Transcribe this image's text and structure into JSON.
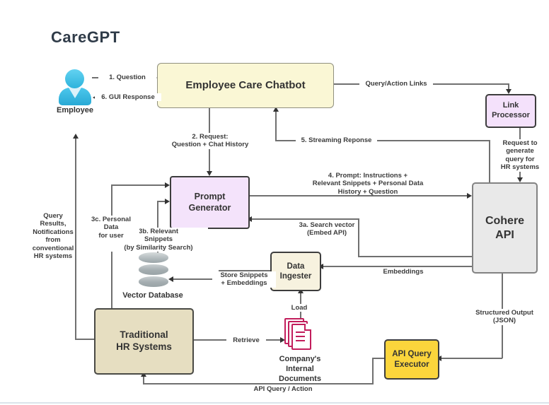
{
  "title": "CareGPT",
  "colors": {
    "chatbot_fill": "#FAF7D5",
    "link_processor_fill": "#F4E1FB",
    "prompt_generator_fill": "#F4E3FB",
    "cohere_fill": "#E9E9E9",
    "data_ingester_fill": "#F7F2DF",
    "hr_systems_fill": "#E6DEC1",
    "api_executor_fill": "#FBD53C",
    "document_icon": "#C21E5C",
    "employee_icon": "#3FBFE6",
    "database_icon": "#A8B1B4",
    "connector": "#707070",
    "text": "#333333",
    "title_text": "#303C49"
  },
  "nodes": {
    "employee": {
      "label": "Employee"
    },
    "chatbot": {
      "label": "Employee Care Chatbot"
    },
    "link_processor": {
      "label": "Link\nProcessor"
    },
    "prompt_generator": {
      "label": "Prompt\nGenerator"
    },
    "cohere_api": {
      "label": "Cohere\nAPI"
    },
    "data_ingester": {
      "label": "Data\nIngester"
    },
    "vector_database": {
      "label": "Vector Database"
    },
    "traditional_hr": {
      "label": "Traditional\nHR Systems"
    },
    "documents": {
      "label": "Company's\nInternal\nDocuments"
    },
    "api_query_executor": {
      "label": "API Query\nExecutor"
    }
  },
  "edges": {
    "question": "1. Question",
    "gui_response": "6. GUI Response",
    "query_action_links": "Query/Action Links",
    "request_chat": "2. Request:\nQuestion + Chat History",
    "streaming_response": "5. Streaming Reponse",
    "request_generate": "Request to\ngenerate\nquery for\nHR systems",
    "prompt4": "4. Prompt:  Instructions +\nRelevant Snippets + Personal Data\nHistory + Question",
    "search_vector": "3a. Search vector\n(Embed API)",
    "relevant_snippets": "3b. Relevant\nSnippets\n(by Similarity Search)",
    "personal_data": "3c. Personal\nData\nfor user",
    "query_results": "Query\nResults,\nNotifications\nfrom\nconventional\nHR systems",
    "store_snippets": "Store Snippets\n+ Embeddings",
    "embeddings": "Embeddings",
    "load": "Load",
    "retrieve": "Retrieve",
    "structured_output": "Structured Output\n(JSON)",
    "api_query_action": "API Query / Action"
  }
}
